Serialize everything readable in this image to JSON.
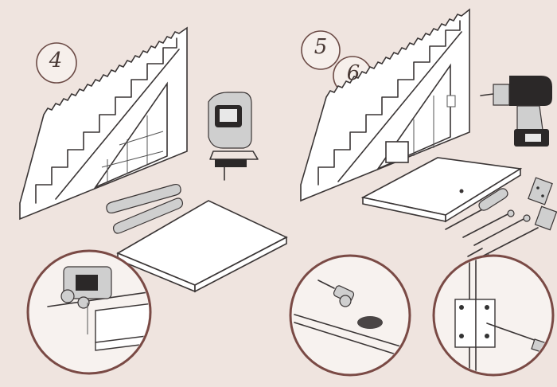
{
  "steps": [
    {
      "number": "4",
      "tool_icons": [
        "jigsaw-icon",
        "measuring-rule-icon"
      ],
      "detail": "cut-panel-detail"
    },
    {
      "number": "5",
      "tool_icons": [
        "cordless-drill-icon",
        "screwdriver-icon",
        "drill-bit-icon",
        "hinge-icon"
      ],
      "detail": "screw-detail"
    },
    {
      "number": "6",
      "detail": "hinge-detail"
    }
  ],
  "colors": {
    "background": "#efe4df",
    "ink": "#3a3535",
    "circle_border": "#7a4a45",
    "badge_border": "#6b4a45",
    "panel_fill": "#ffffff"
  }
}
